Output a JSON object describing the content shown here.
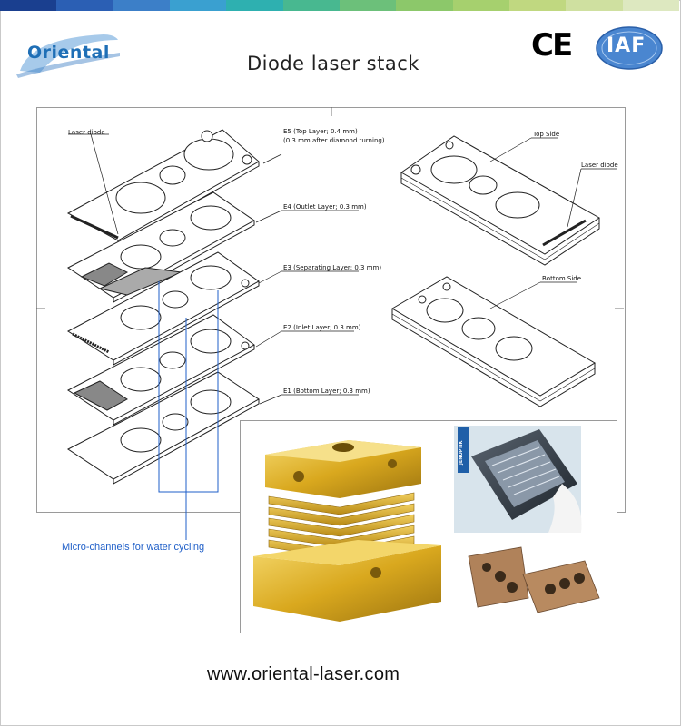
{
  "header": {
    "brand": "Oriental",
    "title": "Diode laser stack",
    "ce_mark": "CE",
    "iaf_badge": "IAF",
    "colorbar": [
      "#1a3f8f",
      "#2b5fb4",
      "#3c7fc8",
      "#3aa0d0",
      "#2eb0b0",
      "#48b890",
      "#6cc07a",
      "#8cc86a",
      "#a6d06e",
      "#c0d880",
      "#cfe0a0",
      "#dde8c0"
    ]
  },
  "labels": {
    "laser_diode": "Laser diode",
    "e5_line1": "E5 (Top Layer; 0.4 mm)",
    "e5_line2": "(0.3 mm after diamond turning)",
    "e4": "E4 (Outlet Layer; 0.3 mm)",
    "e3": "E3 (Separating Layer; 0.3 mm)",
    "e2": "E2 (Inlet Layer; 0.3 mm)",
    "e1": "E1 (Bottom Layer; 0.3 mm)",
    "top_side": "Top Side",
    "laser_diode_right": "Laser diode",
    "bottom_side": "Bottom Side",
    "micro_channels": "Micro-channels for water cycling"
  },
  "photos": {
    "chip_brand": "JENOPTIK"
  },
  "footer": {
    "website": "www.oriental-laser.com"
  },
  "colors": {
    "brand_blue": "#1f6fb6",
    "link_blue": "#1f5fc8",
    "gold": "#d9a81e"
  }
}
